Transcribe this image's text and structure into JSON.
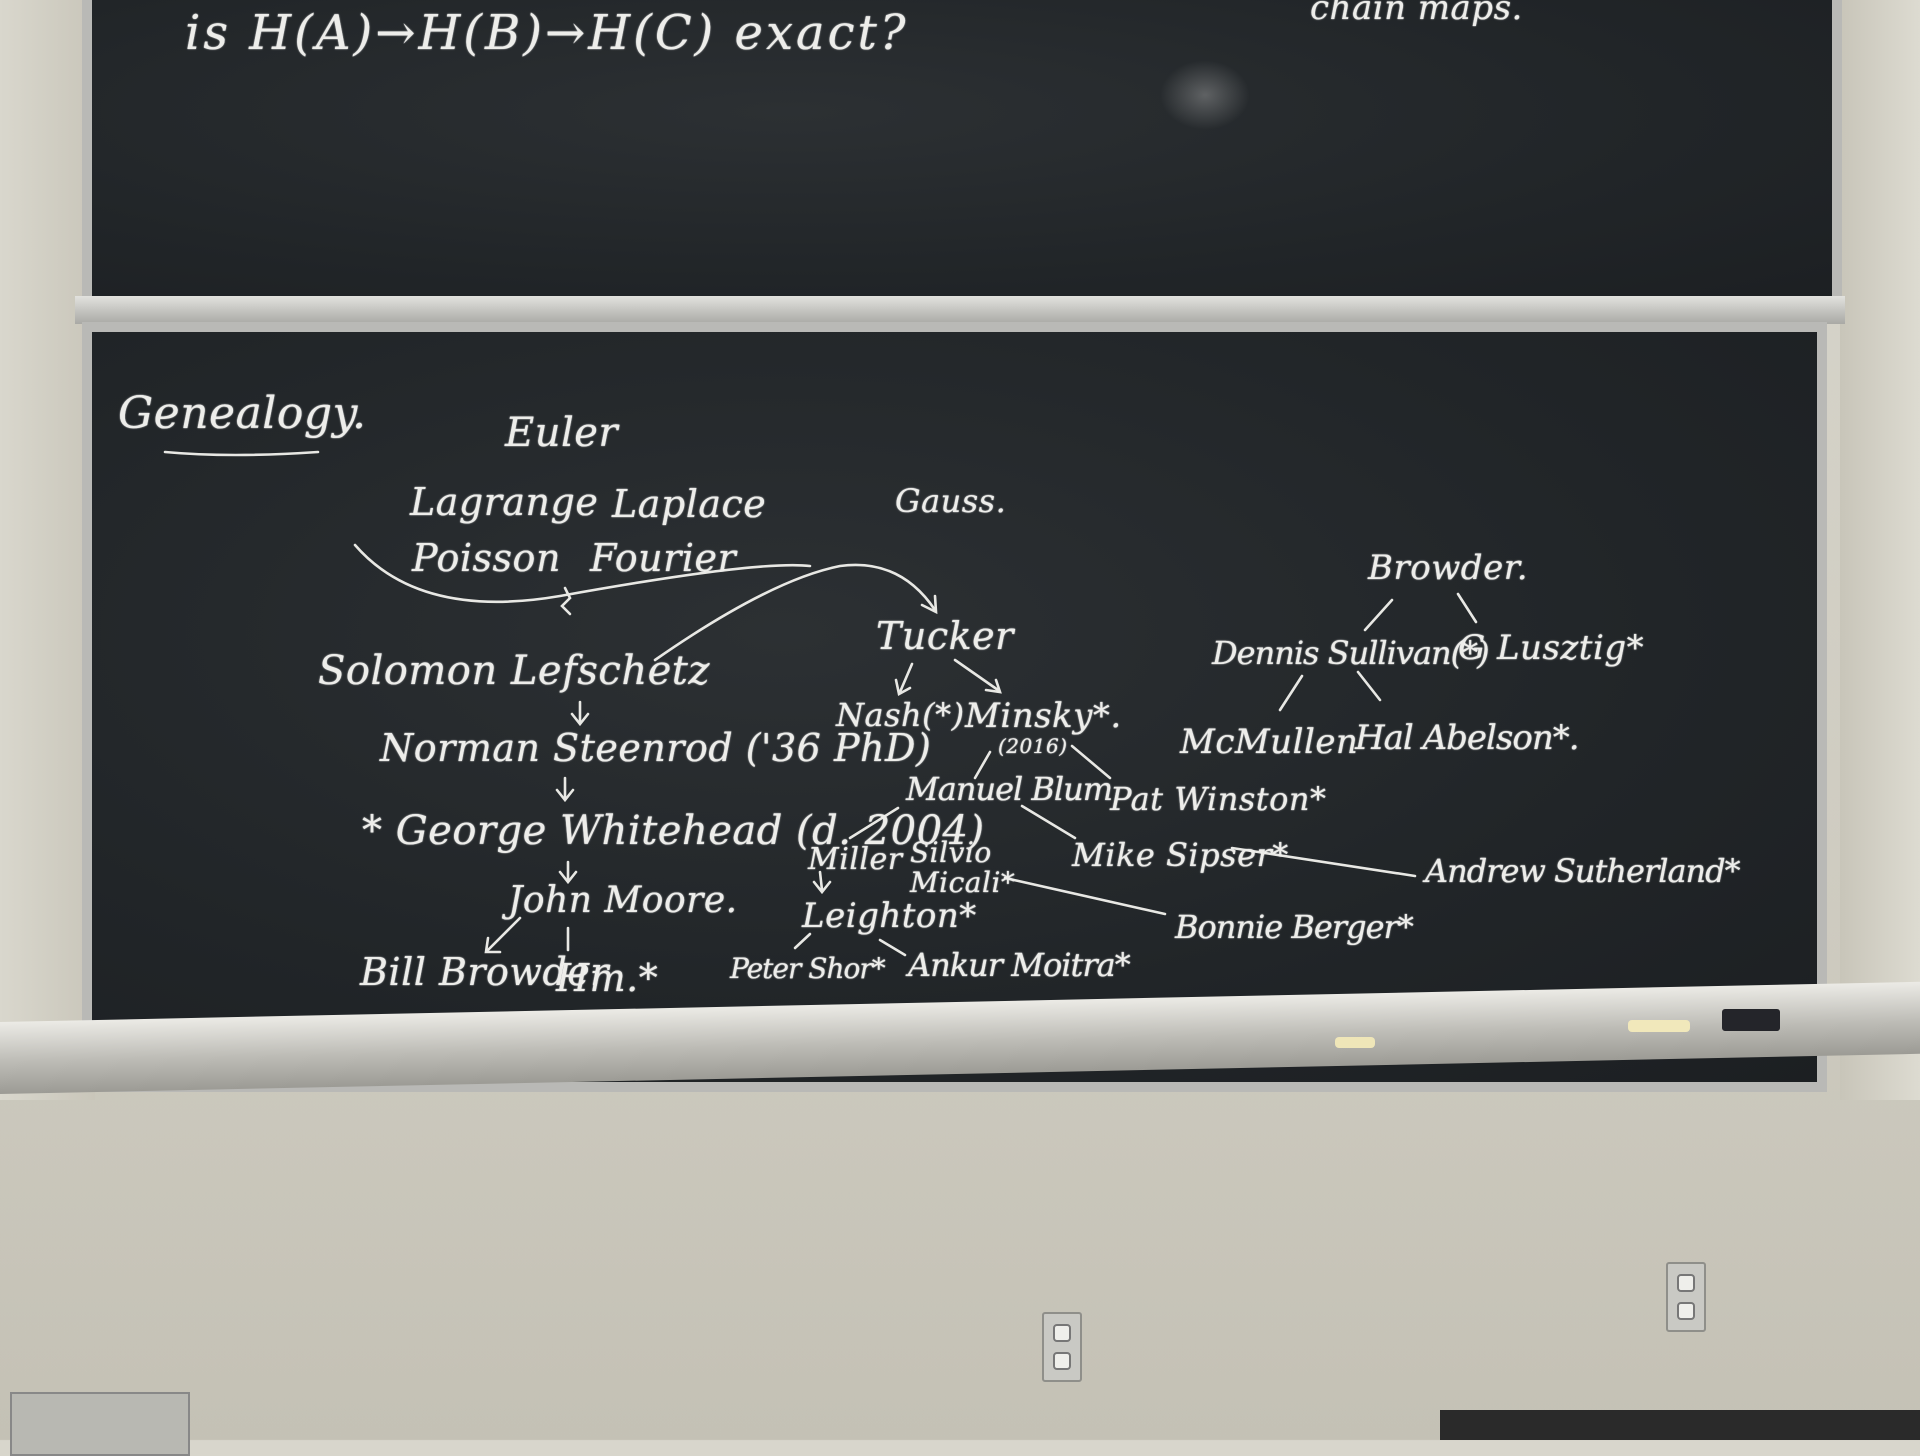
{
  "top_board": {
    "question": "is H(A)→H(B)→H(C) exact?",
    "corner_text": "chain maps."
  },
  "genealogy": {
    "heading": "Genealogy.",
    "names": {
      "euler": "Euler",
      "lagrange": "Lagrange",
      "laplace": "Laplace",
      "gauss": "Gauss.",
      "poisson": "Poisson",
      "fourier": "Fourier",
      "lefschetz": "Solomon Lefschetz",
      "steenrod": "Norman Steenrod ('36 PhD)",
      "whitehead": "* George Whitehead (d. 2004)",
      "moore": "John Moore.",
      "browder_bill": "Bill Browder",
      "hm": "Hm.*",
      "tucker": "Tucker",
      "nash": "Nash(*)",
      "minsky": "Minsky*.",
      "minsky_year": "(2016)",
      "blum": "Manuel Blum",
      "winston": "Pat Winston*",
      "miller": "Miller",
      "micali": "Silvio Micali*",
      "sipser": "Mike Sipser*",
      "sutherland": "Andrew Sutherland*",
      "leighton": "Leighton*",
      "shor": "Peter Shor*",
      "moitra": "Ankur Moitra*",
      "berger": "Bonnie Berger*",
      "browder_top": "Browder.",
      "sullivan": "Dennis Sullivan(*)",
      "lusztig": "G Lusztig*",
      "mcmullen": "McMullen",
      "abelson": "Hal Abelson*."
    }
  }
}
